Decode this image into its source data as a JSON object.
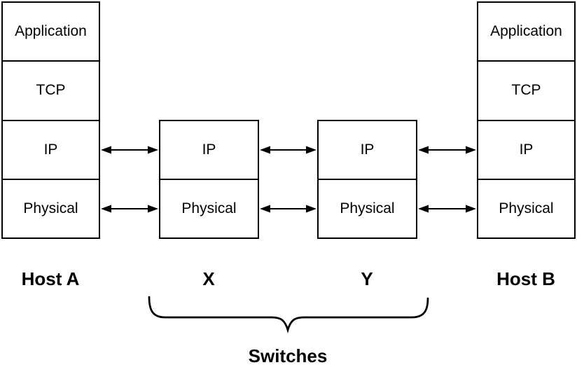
{
  "diagram": {
    "type": "network-protocol-stack-diagram",
    "stacks": [
      {
        "id": "host-a",
        "label": "Host A",
        "layers": [
          "Application",
          "TCP",
          "IP",
          "Physical"
        ]
      },
      {
        "id": "switch-x",
        "label": "X",
        "layers": [
          "IP",
          "Physical"
        ]
      },
      {
        "id": "switch-y",
        "label": "Y",
        "layers": [
          "IP",
          "Physical"
        ]
      },
      {
        "id": "host-b",
        "label": "Host B",
        "layers": [
          "Application",
          "TCP",
          "IP",
          "Physical"
        ]
      }
    ],
    "connections": [
      {
        "from": "host-a",
        "to": "switch-x",
        "layer": "IP",
        "style": "double-arrow"
      },
      {
        "from": "host-a",
        "to": "switch-x",
        "layer": "Physical",
        "style": "double-arrow"
      },
      {
        "from": "switch-x",
        "to": "switch-y",
        "layer": "IP",
        "style": "double-arrow"
      },
      {
        "from": "switch-x",
        "to": "switch-y",
        "layer": "Physical",
        "style": "double-arrow"
      },
      {
        "from": "switch-y",
        "to": "host-b",
        "layer": "IP",
        "style": "double-arrow"
      },
      {
        "from": "switch-y",
        "to": "host-b",
        "layer": "Physical",
        "style": "double-arrow"
      }
    ],
    "brace": {
      "label": "Switches",
      "groups": [
        "X",
        "Y"
      ]
    },
    "colors": {
      "background": "#ffffff",
      "line": "#000000",
      "text": "#000000"
    }
  }
}
